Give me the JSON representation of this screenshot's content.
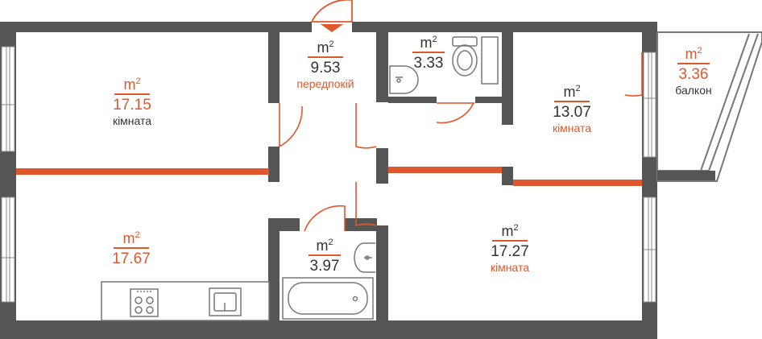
{
  "colors": {
    "wall": "#555555",
    "accent": "#e0572b",
    "text": "#333333",
    "fixture": "#777777"
  },
  "unit_label": "m",
  "unit_power": "2",
  "rooms": [
    {
      "id": "room-1",
      "area": "17.15",
      "name": "кімната",
      "color": "#333333",
      "name_color": "#333333"
    },
    {
      "id": "hallway",
      "area": "9.53",
      "name": "передпокій",
      "color": "#333333",
      "name_color": "#e0572b"
    },
    {
      "id": "wc",
      "area": "3.33",
      "name": "",
      "color": "#333333",
      "name_color": "#333333"
    },
    {
      "id": "room-2",
      "area": "13.07",
      "name": "кімната",
      "color": "#333333",
      "name_color": "#e0572b"
    },
    {
      "id": "balcony",
      "area": "3.36",
      "name": "балкон",
      "color": "#e0572b",
      "name_color": "#333333"
    },
    {
      "id": "kitchen",
      "area": "17.67",
      "name": "",
      "color": "#e0572b",
      "name_color": "#333333"
    },
    {
      "id": "bathroom",
      "area": "3.97",
      "name": "",
      "color": "#333333",
      "name_color": "#333333"
    },
    {
      "id": "room-3",
      "area": "17.27",
      "name": "кімната",
      "color": "#333333",
      "name_color": "#e0572b"
    }
  ],
  "fixtures": [
    "stove-icon",
    "kitchen-sink-icon",
    "toilet-icon",
    "wash-basin-icon",
    "bathtub-icon"
  ]
}
